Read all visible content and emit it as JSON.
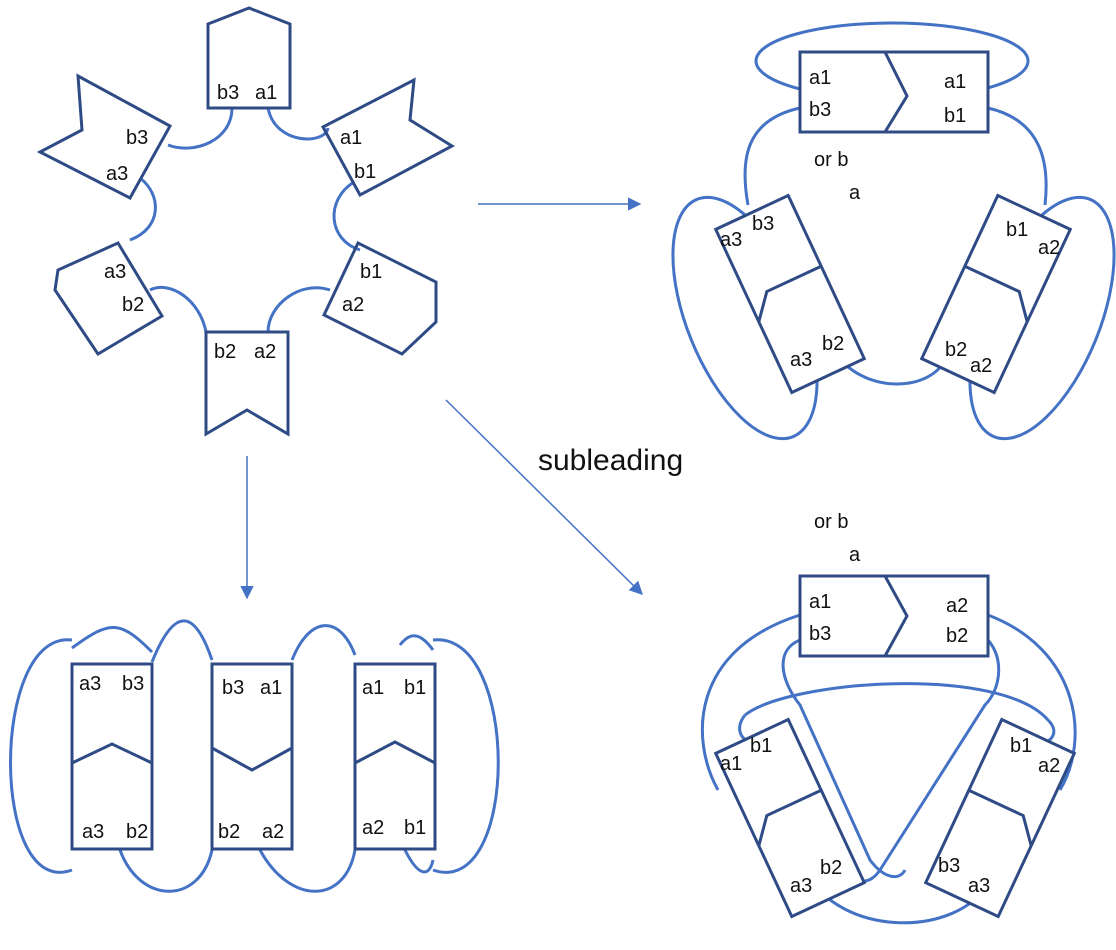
{
  "colors": {
    "box": "#2f4b86",
    "loop": "#4472c4",
    "arrow": "#4472c4",
    "text": "#111111"
  },
  "caption": "subleading",
  "hexagon": {
    "top": [
      "b3",
      "a1"
    ],
    "upper_right": [
      "a1",
      "b1"
    ],
    "lower_right": [
      "b1",
      "a2"
    ],
    "bottom": [
      "b2",
      "a2"
    ],
    "lower_left": [
      "a3",
      "b2"
    ],
    "upper_left": [
      "b3",
      "a3"
    ]
  },
  "leading_top_right": {
    "top_box": [
      "a1",
      "b3",
      "a1",
      "b1"
    ],
    "left_box": [
      "a3",
      "b3",
      "a3",
      "b2"
    ],
    "right_box": [
      "b1",
      "a2",
      "b2",
      "a2"
    ],
    "center_label": [
      "or b",
      "a"
    ]
  },
  "chain_bottom_left": {
    "box1": [
      "a3",
      "b3",
      "a3",
      "b2"
    ],
    "box2": [
      "b3",
      "a1",
      "b2",
      "a2"
    ],
    "box3": [
      "a1",
      "b1",
      "a2",
      "b1"
    ]
  },
  "subleading_bottom_right": {
    "label": [
      "or b",
      "a"
    ],
    "top_box": [
      "a1",
      "b3",
      "a2",
      "b2"
    ],
    "left_box": [
      "a1",
      "b1",
      "a3",
      "b2"
    ],
    "right_box": [
      "b1",
      "a2",
      "b3",
      "a3"
    ]
  }
}
